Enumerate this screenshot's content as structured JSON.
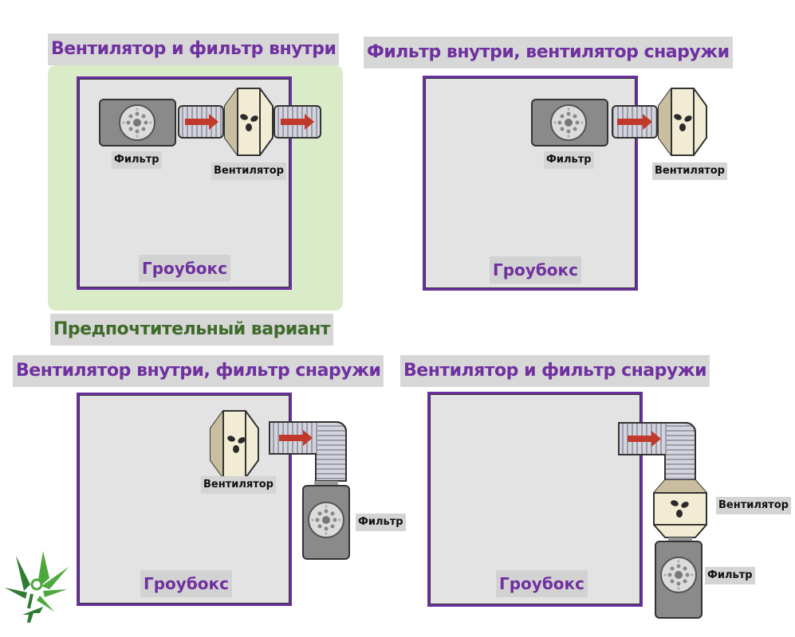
{
  "panels": [
    {
      "title": "Вентилятор и фильтр внутри",
      "growbox_label": "Гроубокс",
      "filter_label": "Фильтр",
      "fan_label": "Вентилятор",
      "preferred": true
    },
    {
      "title": "Фильтр внутри, вентилятор снаружи",
      "growbox_label": "Гроубокс",
      "filter_label": "Фильтр",
      "fan_label": "Вентилятор",
      "preferred": false
    },
    {
      "title": "Вентилятор внутри, фильтр снаружи",
      "growbox_label": "Гроубокс",
      "filter_label": "Фильтр",
      "fan_label": "Вентилятор",
      "preferred": false
    },
    {
      "title": "Вентилятор и фильтр снаружи",
      "growbox_label": "Гроубокс",
      "filter_label": "Фильтр",
      "fan_label": "Вентилятор",
      "preferred": false
    }
  ],
  "preferred_label": "Предпочтительный вариант",
  "colors": {
    "title_purple": "#7030a0",
    "preferred_green_text": "#3e6b2a",
    "preferred_green_bg": "#d9ebc7",
    "box_border": "#6a2fa0",
    "arrow_red": "#c0392b"
  },
  "logo": "cannabis-leaf-logo"
}
